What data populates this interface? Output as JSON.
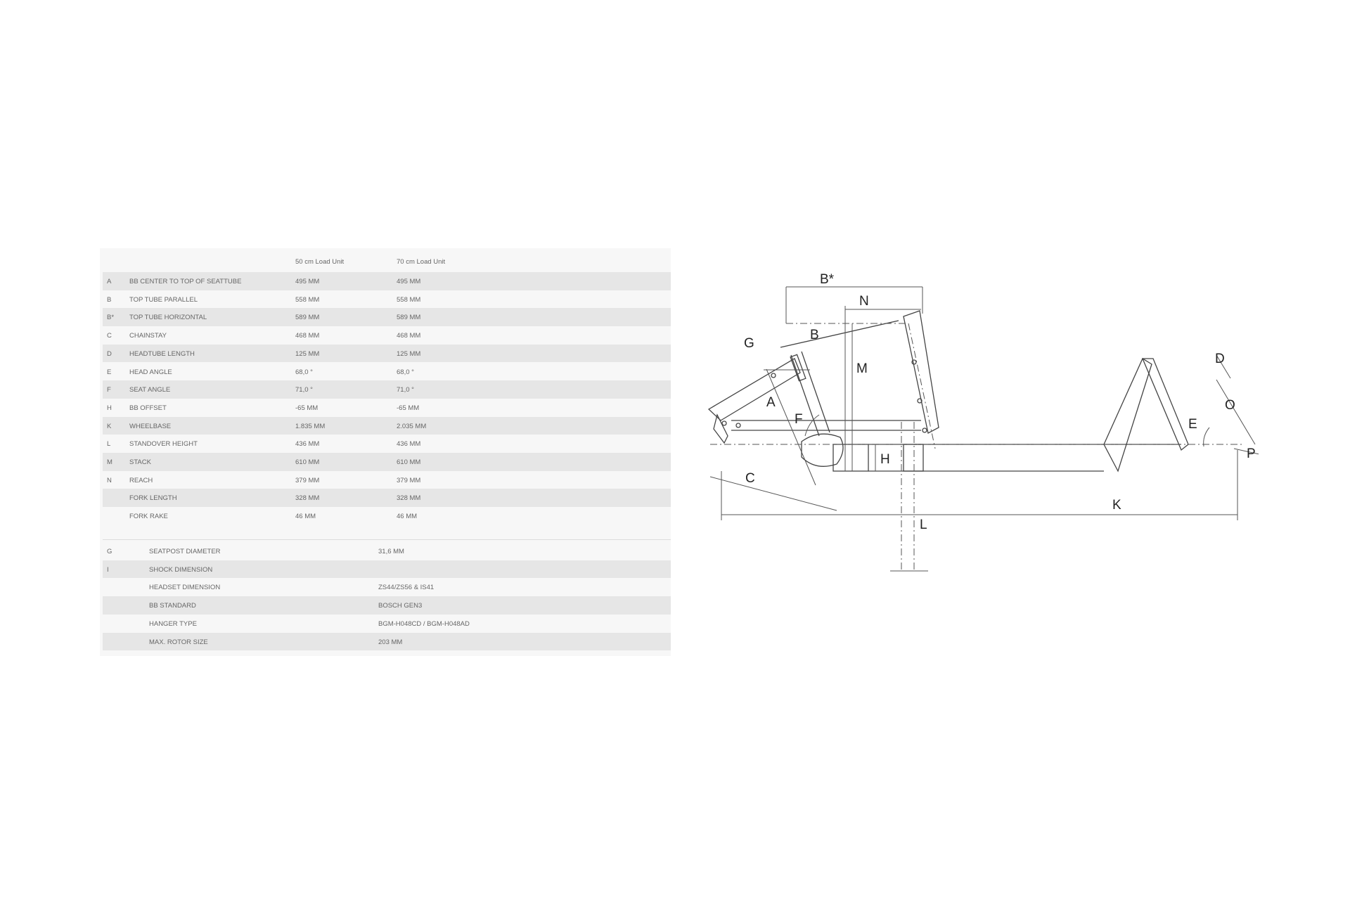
{
  "table": {
    "columns": [
      "",
      "",
      "50 cm Load Unit",
      "70 cm Load Unit"
    ],
    "rows": [
      {
        "key": "A",
        "label": "BB CENTER TO TOP OF SEATTUBE",
        "v50": "495 MM",
        "v70": "495 MM"
      },
      {
        "key": "B",
        "label": "TOP TUBE PARALLEL",
        "v50": "558 MM",
        "v70": "558 MM"
      },
      {
        "key": "B*",
        "label": "TOP TUBE HORIZONTAL",
        "v50": "589 MM",
        "v70": "589 MM"
      },
      {
        "key": "C",
        "label": "CHAINSTAY",
        "v50": "468 MM",
        "v70": "468 MM"
      },
      {
        "key": "D",
        "label": "HEADTUBE LENGTH",
        "v50": "125 MM",
        "v70": "125 MM"
      },
      {
        "key": "E",
        "label": "HEAD ANGLE",
        "v50": "68,0 °",
        "v70": "68,0 °"
      },
      {
        "key": "F",
        "label": "SEAT ANGLE",
        "v50": "71,0 °",
        "v70": "71,0 °"
      },
      {
        "key": "H",
        "label": "BB OFFSET",
        "v50": "-65 MM",
        "v70": "-65 MM"
      },
      {
        "key": "K",
        "label": "WHEELBASE",
        "v50": "1.835 MM",
        "v70": "2.035 MM"
      },
      {
        "key": "L",
        "label": "STANDOVER HEIGHT",
        "v50": "436 MM",
        "v70": "436 MM"
      },
      {
        "key": "M",
        "label": "STACK",
        "v50": "610 MM",
        "v70": "610 MM"
      },
      {
        "key": "N",
        "label": "REACH",
        "v50": "379 MM",
        "v70": "379 MM"
      },
      {
        "key": "",
        "label": "FORK LENGTH",
        "v50": "328 MM",
        "v70": "328 MM"
      },
      {
        "key": "",
        "label": "FORK RAKE",
        "v50": "46 MM",
        "v70": "46 MM"
      }
    ],
    "specs": [
      {
        "key": "G",
        "label": "SEATPOST DIAMETER",
        "value": "31,6 MM"
      },
      {
        "key": "I",
        "label": "SHOCK DIMENSION",
        "value": ""
      },
      {
        "key": "",
        "label": "HEADSET DIMENSION",
        "value": "ZS44/ZS56 & IS41"
      },
      {
        "key": "",
        "label": "BB STANDARD",
        "value": "BOSCH GEN3"
      },
      {
        "key": "",
        "label": "HANGER TYPE",
        "value": "BGM-H048CD / BGM-H048AD"
      },
      {
        "key": "",
        "label": "MAX. ROTOR SIZE",
        "value": "203 MM"
      }
    ]
  },
  "diagram": {
    "labels": {
      "bstar": "B*",
      "n": "N",
      "b": "B",
      "g": "G",
      "m": "M",
      "a": "A",
      "f": "F",
      "c": "C",
      "h": "H",
      "l": "L",
      "k": "K",
      "d": "D",
      "o": "O",
      "e": "E",
      "p": "P"
    }
  }
}
